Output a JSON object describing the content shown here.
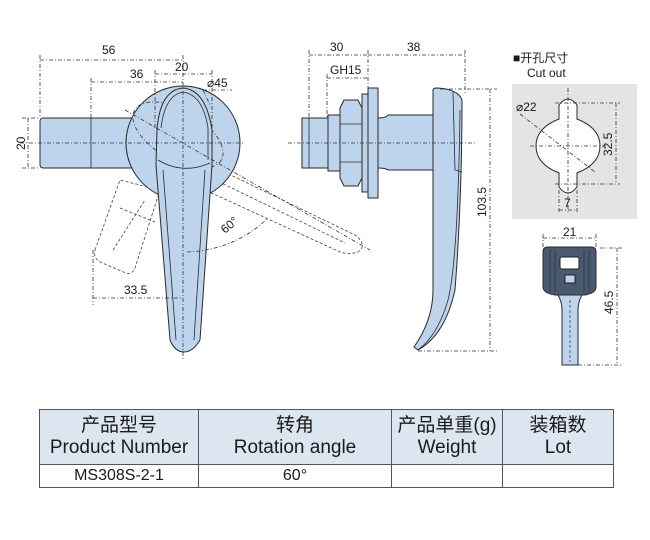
{
  "drawing": {
    "front_view": {
      "dimensions": {
        "overall_width": "56",
        "handle_offset": "36",
        "handle_width": "20",
        "rosette_diameter": "⌀45",
        "body_height": "20",
        "rotation_angle": "60°",
        "turned_offset": "33.5"
      }
    },
    "side_view": {
      "dimensions": {
        "body_length": "30",
        "handle_depth": "38",
        "thread": "GH15",
        "handle_height": "103.5"
      }
    },
    "cutout": {
      "title": "■开孔尺寸",
      "subtitle": "Cut out",
      "dimensions": {
        "hole_diameter": "⌀22",
        "slot_length": "32.5",
        "slot_width": "7"
      }
    },
    "key": {
      "dimensions": {
        "head_width": "21",
        "length": "46.5"
      }
    },
    "colors": {
      "part_fill": "#bdd4ec",
      "cutout_bg": "#e4e4e4",
      "table_header_bg": "#dbe6f1",
      "key_head": "#4a5a6e"
    }
  },
  "table": {
    "headers": [
      {
        "cn": "产品型号",
        "en": "Product Number"
      },
      {
        "cn": "转角",
        "en": "Rotation angle"
      },
      {
        "cn": "产品单重(g)",
        "en": "Weight"
      },
      {
        "cn": "装箱数",
        "en": "Lot"
      }
    ],
    "rows": [
      [
        "MS308S-2-1",
        "60°",
        "",
        ""
      ]
    ]
  }
}
